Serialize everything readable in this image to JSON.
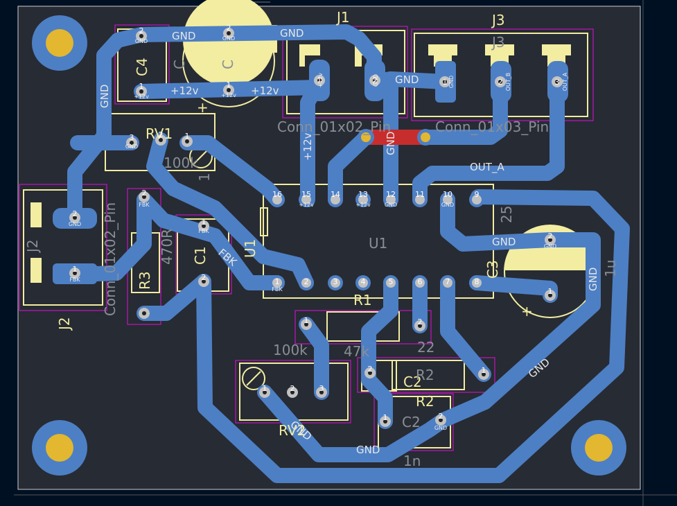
{
  "colors": {
    "background": "#001023",
    "board": "#272b33",
    "copper": "#4d7fc4",
    "pad_fill": "#c2c2c2",
    "pad_hole": "#d9a727",
    "silk": "#f2eda1",
    "courtyard": "#c214c2",
    "via_fill": "#e3b72f",
    "via_ring": "#5686c8",
    "red_trace": "#c82d2d",
    "label": "#e6e6e6",
    "ruler": "#6a6a6a"
  },
  "labels": {
    "j1_ref": "J1",
    "j1_value": "Conn_01x02_Pin",
    "j3_ref": "J3",
    "j3_ref_fab": "J3",
    "j3_value": "Conn_01x03_Pin",
    "j2_ref": "J2",
    "j2_ref_fab": "J2",
    "j2_value": "Conn_01x02_Pin",
    "c4_ref": "C4",
    "c4_ref_fab": "C",
    "c_top_ref": "C",
    "rv1_ref": "RV1",
    "rv1_value": "100k",
    "u1_ref": "U1",
    "u1_ref_fab": "U1",
    "r1_ref": "R1",
    "r1_value": "47k",
    "r3_ref": "R3",
    "r3_value": "470R",
    "c1_ref": "C1",
    "c2_ref": "C2",
    "c2_ref_fab": "C2",
    "c2_value": "1n",
    "r2_ref": "R2",
    "r2_ref_fab": "R2",
    "r2_value": "22",
    "rv2_ref": "RV2",
    "rv2_value": "100k",
    "c3_ref": "C3",
    "c3_value": "1u",
    "c3_num": "25",
    "t_rv1": "1",
    "plus_c_top": "+",
    "plus_c3": "+"
  },
  "nets": {
    "gnd": "GND",
    "v12": "+12v",
    "out_a": "OUT_A",
    "fbk": "FBK"
  },
  "pads": {
    "gnd": "GND",
    "v12": "+12v",
    "fbk": "FBK",
    "out_a": "OUT_A",
    "out_b": "OUT_B",
    "p1": "1",
    "p2": "2",
    "p3": "3",
    "p4": "4",
    "p5": "5",
    "p6": "6",
    "p7": "7",
    "p8": "8",
    "p9": "9",
    "p10": "10",
    "p11": "11",
    "p12": "12",
    "p13": "13",
    "p14": "14",
    "p15": "15",
    "p16": "16"
  }
}
